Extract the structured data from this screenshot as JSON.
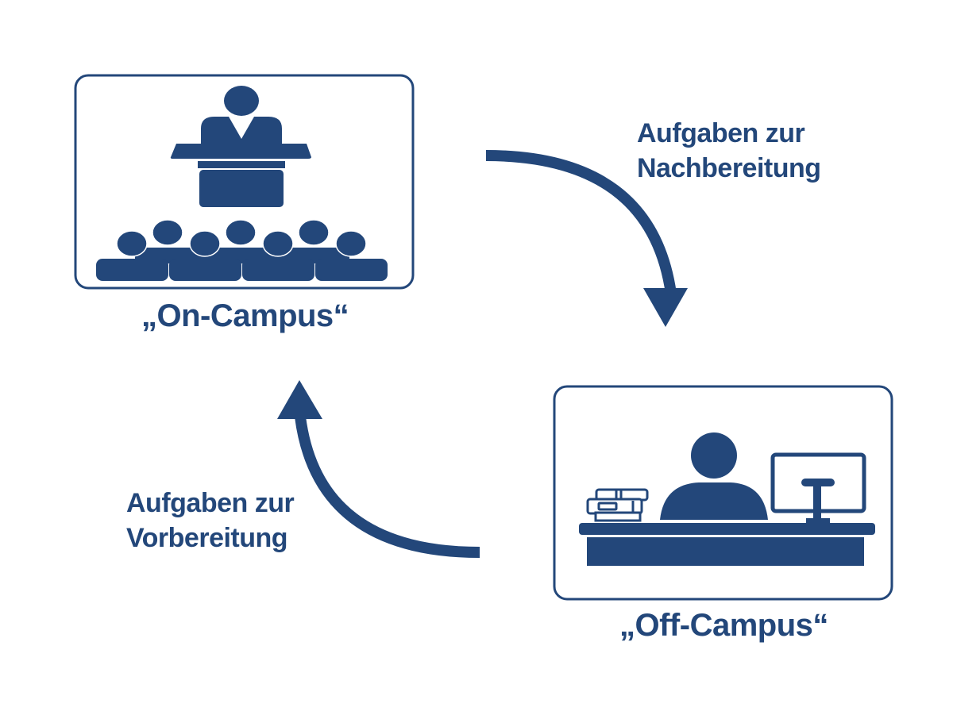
{
  "diagram": {
    "accent_color": "#23477a",
    "nodes": [
      {
        "id": "on-campus",
        "caption": "„On-Campus“",
        "icon": "lecture-hall-icon"
      },
      {
        "id": "off-campus",
        "caption": "„Off-Campus“",
        "icon": "desk-workstation-icon"
      }
    ],
    "edges": [
      {
        "from": "on-campus",
        "to": "off-campus",
        "label_line1": "Aufgaben zur",
        "label_line2": "Nachbereitung"
      },
      {
        "from": "off-campus",
        "to": "on-campus",
        "label_line1": "Aufgaben zur",
        "label_line2": "Vorbereitung"
      }
    ]
  }
}
